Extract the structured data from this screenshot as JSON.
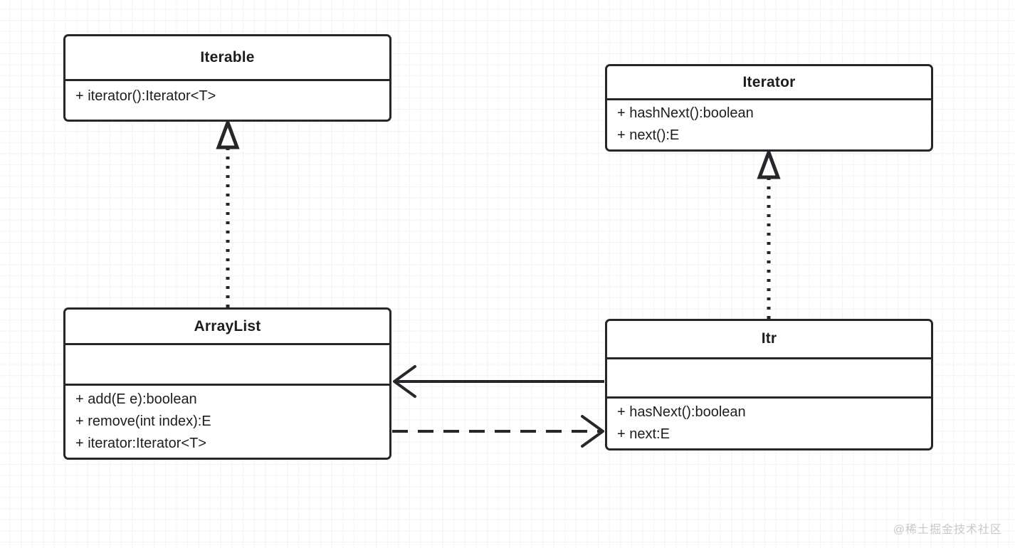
{
  "diagram": {
    "type": "uml-class-diagram",
    "background": "#ffffff",
    "grid_color": "#eeeeee",
    "stroke_color": "#26262b",
    "text_color": "#1d1d20",
    "watermark": "@稀土掘金技术社区"
  },
  "classes": [
    {
      "id": "iterable",
      "name": "Iterable",
      "attributes": [],
      "methods": [
        "+ iterator():Iterator<T>"
      ],
      "has_empty_attribute_compartment": false
    },
    {
      "id": "iterator",
      "name": "Iterator",
      "attributes": [],
      "methods": [
        "+ hashNext():boolean",
        "+ next():E"
      ],
      "has_empty_attribute_compartment": false
    },
    {
      "id": "arraylist",
      "name": "ArrayList",
      "attributes": [],
      "methods": [
        "+ add(E e):boolean",
        "+ remove(int index):E",
        "+ iterator:Iterator<T>"
      ],
      "has_empty_attribute_compartment": true
    },
    {
      "id": "itr",
      "name": "Itr",
      "attributes": [],
      "methods": [
        "+ hasNext():boolean",
        "+ next:E"
      ],
      "has_empty_attribute_compartment": true
    }
  ],
  "relations": [
    {
      "id": "arraylist-implements-iterable",
      "kind": "realization",
      "line": "dotted",
      "arrowhead": "hollow-triangle",
      "from": "arraylist",
      "to": "iterable"
    },
    {
      "id": "itr-implements-iterator",
      "kind": "realization",
      "line": "dotted",
      "arrowhead": "hollow-triangle",
      "from": "itr",
      "to": "iterator"
    },
    {
      "id": "itr-association-arraylist",
      "kind": "association",
      "line": "solid",
      "arrowhead": "open-arrow",
      "from": "itr",
      "to": "arraylist"
    },
    {
      "id": "arraylist-dependency-itr",
      "kind": "dependency",
      "line": "dashed",
      "arrowhead": "open-arrow",
      "from": "arraylist",
      "to": "itr"
    }
  ]
}
